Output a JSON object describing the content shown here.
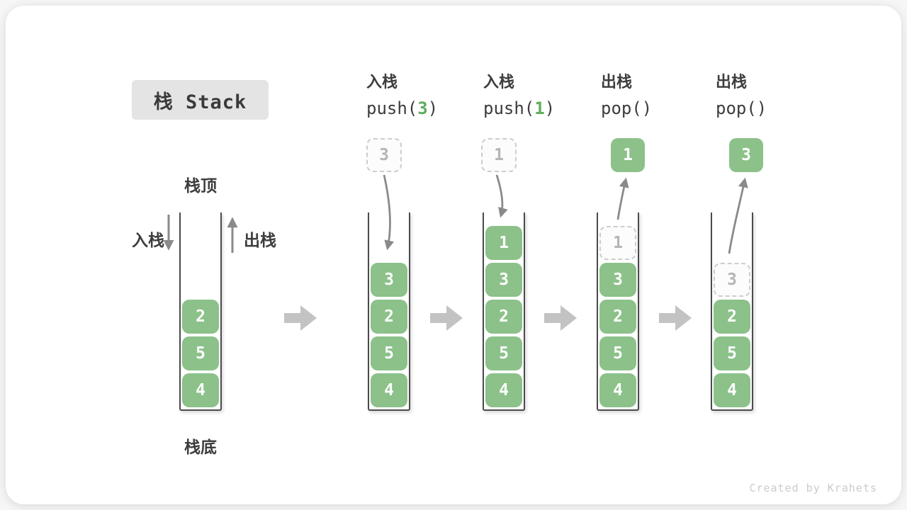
{
  "title": "栈 Stack",
  "side_labels": {
    "top": "栈顶",
    "bottom": "栈底",
    "push": "入栈",
    "pop": "出栈"
  },
  "watermark": "Created by Krahets",
  "colors": {
    "cell_green": "#8CC18A",
    "code_arg_green": "#5FAD5C",
    "text_dark": "#3d3d3d",
    "arrow_grey": "#8a8a8a",
    "block_arrow_grey": "#c3c3c3",
    "dashed_border": "#cdcdcd",
    "dashed_text": "#b5b5b5",
    "title_bg": "#e4e4e4"
  },
  "columns": [
    {
      "name": "step-initial",
      "cells": [
        {
          "v": "2"
        },
        {
          "v": "5"
        },
        {
          "v": "4"
        }
      ]
    },
    {
      "name": "step-push-3",
      "header": {
        "op": "入栈",
        "code_prefix": "push(",
        "code_arg": "3",
        "code_suffix": ")"
      },
      "fly": {
        "v": "3",
        "dashed": true
      },
      "cells": [
        {
          "v": "3"
        },
        {
          "v": "2"
        },
        {
          "v": "5"
        },
        {
          "v": "4"
        }
      ]
    },
    {
      "name": "step-push-1",
      "header": {
        "op": "入栈",
        "code_prefix": "push(",
        "code_arg": "1",
        "code_suffix": ")"
      },
      "fly": {
        "v": "1",
        "dashed": true
      },
      "cells": [
        {
          "v": "1"
        },
        {
          "v": "3"
        },
        {
          "v": "2"
        },
        {
          "v": "5"
        },
        {
          "v": "4"
        }
      ]
    },
    {
      "name": "step-pop-1",
      "header": {
        "op": "出栈",
        "code_prefix": "pop(",
        "code_arg": "",
        "code_suffix": ")"
      },
      "fly": {
        "v": "1",
        "dashed": false
      },
      "cells": [
        {
          "v": "1",
          "dashed": true
        },
        {
          "v": "3"
        },
        {
          "v": "2"
        },
        {
          "v": "5"
        },
        {
          "v": "4"
        }
      ]
    },
    {
      "name": "step-pop-3",
      "header": {
        "op": "出栈",
        "code_prefix": "pop(",
        "code_arg": "",
        "code_suffix": ")"
      },
      "fly": {
        "v": "3",
        "dashed": false
      },
      "cells": [
        {
          "v": "3",
          "dashed": true
        },
        {
          "v": "2"
        },
        {
          "v": "5"
        },
        {
          "v": "4"
        }
      ]
    }
  ]
}
